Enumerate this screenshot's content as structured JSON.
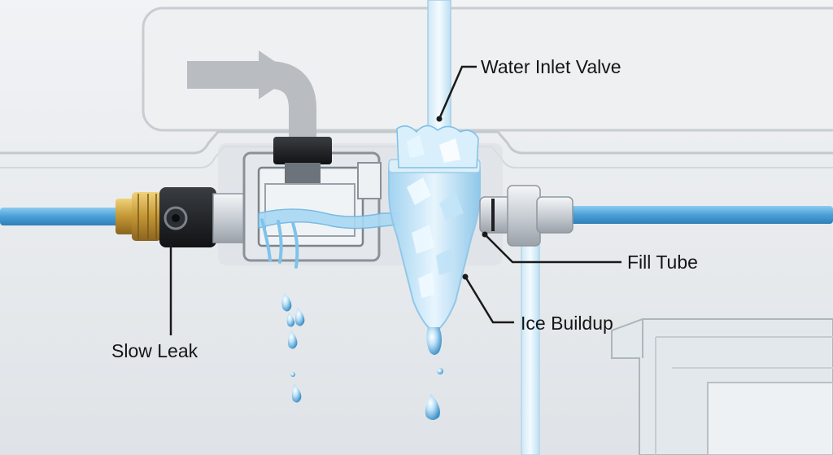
{
  "labels": {
    "water_inlet_valve": "Water Inlet Valve",
    "fill_tube": "Fill Tube",
    "ice_buildup": "Ice Buildup",
    "slow_leak": "Slow Leak"
  },
  "colors": {
    "background": "#e9ecef",
    "water_line": "#5aa9dd",
    "water": "#bfe2f7",
    "ice": "#d8eefa",
    "brass": "#c9a046",
    "valve_body": "#cfd3d8",
    "callout_line": "#1a1a1a",
    "flow_arrow": "#b8bcc0"
  },
  "icons": {
    "flow_arrow": "curved-arrow-icon",
    "leak_drops": "water-drop-icon"
  }
}
